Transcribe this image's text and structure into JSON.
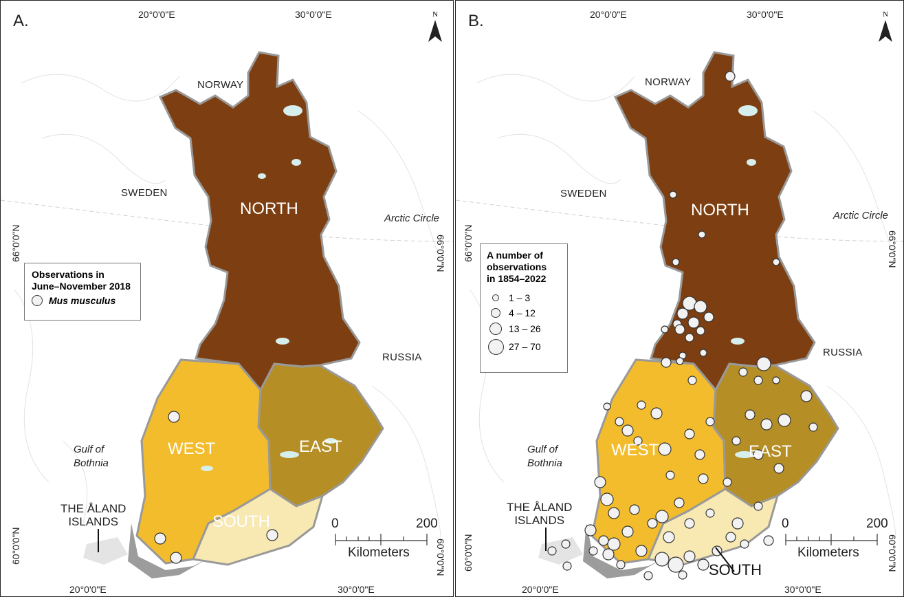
{
  "panel_a": {
    "letter": "A.",
    "coords": {
      "lon_20_top": "20°0'0\"E",
      "lon_30_top": "30°0'0\"E",
      "lon_20_bottom": "20°0'0\"E",
      "lon_30_bottom": "30°0'0\"E",
      "lat_66_left": "66°0'0\"N",
      "lat_66_right": "66°0'0\"N",
      "lat_60_left": "60°0'0\"N",
      "lat_60_right": "60°0'0\"N"
    },
    "north_label": "N",
    "countries": {
      "norway": "NORWAY",
      "sweden": "SWEDEN",
      "russia": "RUSSIA"
    },
    "regions": {
      "north": "NORTH",
      "west": "WEST",
      "east": "EAST",
      "south": "SOUTH"
    },
    "arctic_circle": "Arctic Circle",
    "gulf": "Gulf of\nBothnia",
    "aland": "THE ÅLAND\nISLANDS",
    "legend": {
      "title": "Observations in\nJune–November 2018",
      "item": "Mus musculus"
    },
    "scale": {
      "start": "0",
      "end": "200",
      "unit": "Kilometers"
    }
  },
  "panel_b": {
    "letter": "B.",
    "coords": {
      "lon_20_top": "20°0'0\"E",
      "lon_30_top": "30°0'0\"E",
      "lon_20_bottom": "20°0'0\"E",
      "lon_30_bottom": "30°0'0\"E",
      "lat_66_left": "66°0'0\"N",
      "lat_66_right": "66°0'0\"N",
      "lat_60_left": "60°0'0\"N",
      "lat_60_right": "60°0'0\"N"
    },
    "north_label": "N",
    "countries": {
      "norway": "NORWAY",
      "sweden": "SWEDEN",
      "russia": "RUSSIA"
    },
    "regions": {
      "north": "NORTH",
      "west": "WEST",
      "east": "EAST",
      "south": "SOUTH"
    },
    "arctic_circle": "Arctic Circle",
    "gulf": "Gulf of\nBothnia",
    "aland": "THE ÅLAND\nISLANDS",
    "legend": {
      "title": "A number of\nobservations\nin 1854–2022",
      "classes": [
        "1 – 3",
        "4 – 12",
        "13 – 26",
        "27 – 70"
      ]
    },
    "scale": {
      "start": "0",
      "end": "200",
      "unit": "Kilometers"
    }
  },
  "colors": {
    "north": "#7d3f11",
    "west": "#f2bc2c",
    "east": "#b58f26",
    "south": "#f8e8b2",
    "coast": "#9c9c9c",
    "water_spot": "#d6eeec",
    "marker_fill": "#f2f2f2"
  }
}
